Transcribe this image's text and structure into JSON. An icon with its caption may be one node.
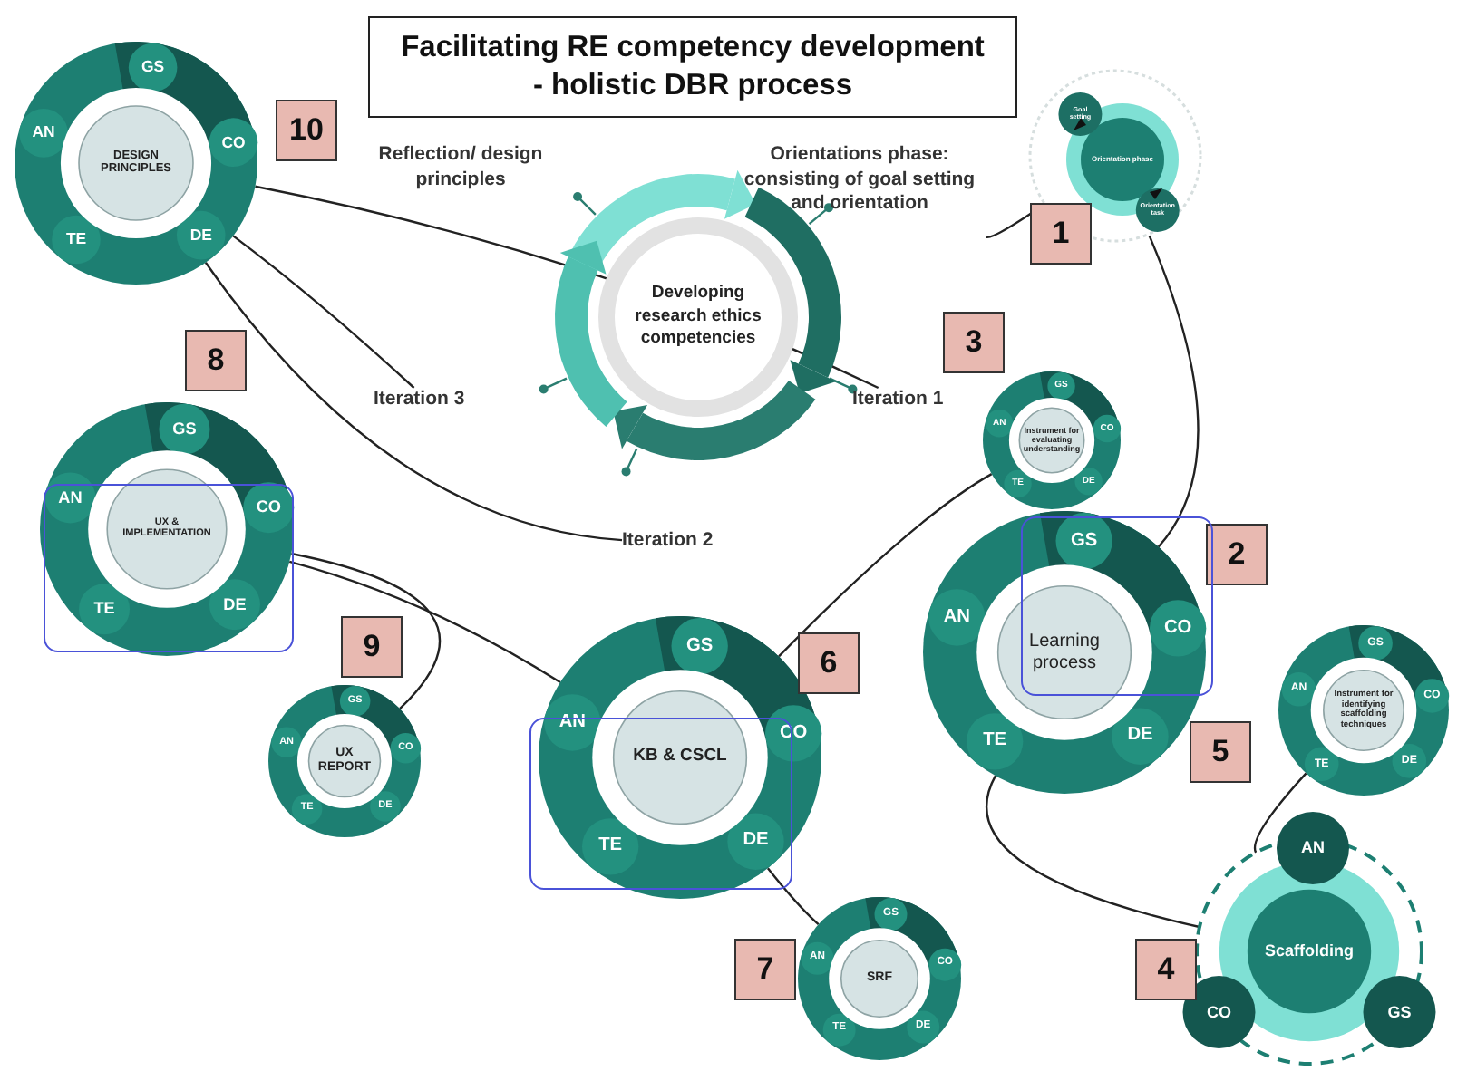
{
  "diagram": {
    "title": "Facilitating RE competency development - holistic DBR process",
    "nodes": [
      {
        "text": [
          "Orientations phase: consisting of goal setting and orientation"
        ]
      },
      {
        "text": [
          "Reflection/ design principles"
        ]
      },
      {
        "text": [
          "Developing research ethics competencies"
        ]
      },
      {
        "text": [
          "Iteration 1"
        ]
      },
      {
        "text": [
          "Iteration 3"
        ]
      },
      {
        "text": [
          "Iteration 2"
        ]
      },
      {
        "text": [
          "Goal setting",
          "Orientation phase",
          "Orientation task"
        ]
      },
      {
        "text": [
          "GS",
          "AN",
          "CO",
          "DESIGN PRINCIPLES",
          "TE",
          "DE"
        ]
      },
      {
        "text": [
          "GS",
          "AN",
          "CO",
          "UX & IMPLEMENTATION",
          "TE",
          "DE"
        ]
      },
      {
        "text": [
          "GS",
          "AN",
          "CO",
          "UX REPORT",
          "TE",
          "DE"
        ]
      },
      {
        "text": [
          "GS",
          "AN",
          "CO",
          "KB & CSCL",
          "TE",
          "DE"
        ]
      },
      {
        "text": [
          "GS",
          "AN",
          "CO",
          "SRF",
          "TE",
          "DE"
        ]
      },
      {
        "text": [
          "GS",
          "AN",
          "CO",
          "Instrument for evaluating understanding",
          "TE",
          "DE"
        ]
      },
      {
        "text": [
          "GS",
          "AN",
          "CO",
          "Learning process",
          "TE",
          "DE"
        ]
      },
      {
        "text": [
          "GS",
          "AN",
          "CO",
          "Instrument for identifying scaffolding techniques",
          "TE",
          "DE"
        ]
      },
      {
        "text": [
          "AN",
          "Scaffolding",
          "CO",
          "GS"
        ]
      },
      {
        "text": [
          "10"
        ]
      },
      {
        "text": [
          "1"
        ]
      },
      {
        "text": [
          "3"
        ]
      },
      {
        "text": [
          "8"
        ]
      },
      {
        "text": [
          "2"
        ]
      },
      {
        "text": [
          "9"
        ]
      },
      {
        "text": [
          "6"
        ]
      },
      {
        "text": [
          "5"
        ]
      },
      {
        "text": [
          "7"
        ]
      },
      {
        "text": [
          "4"
        ]
      }
    ],
    "edges": [
      {
        "from": 7,
        "to": 3,
        "arrow": "none"
      },
      {
        "from": 7,
        "to": 4,
        "arrow": "none"
      },
      {
        "from": 7,
        "to": 5,
        "arrow": "none"
      },
      {
        "from": 8,
        "to": 10,
        "arrow": "none"
      },
      {
        "from": 8,
        "to": 9,
        "arrow": "none"
      },
      {
        "from": 10,
        "to": 11,
        "arrow": "none"
      },
      {
        "from": 10,
        "to": 12,
        "arrow": "none"
      },
      {
        "from": 13,
        "to": 15,
        "arrow": "none"
      },
      {
        "from": 0,
        "to": 6,
        "arrow": "none"
      },
      {
        "from": 6,
        "to": 13,
        "arrow": "none"
      },
      {
        "from": 14,
        "to": 15,
        "arrow": "none"
      }
    ]
  }
}
